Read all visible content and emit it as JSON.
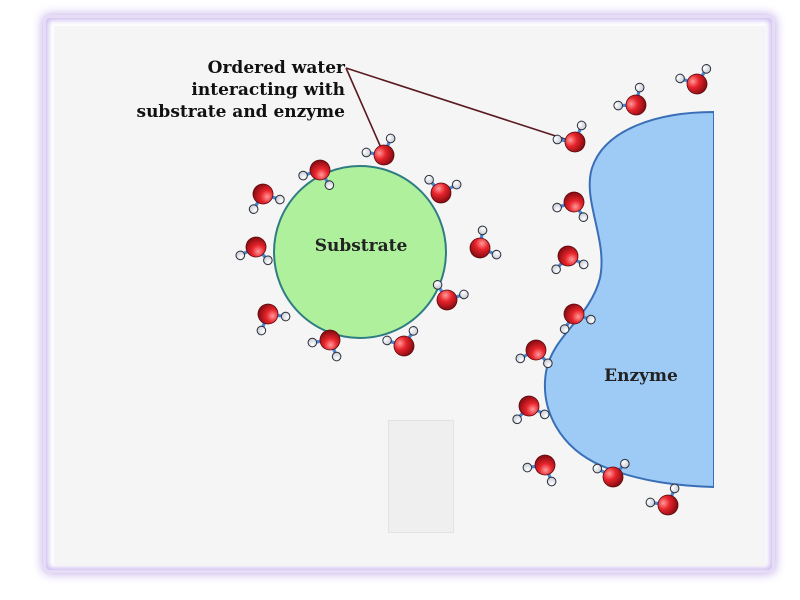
{
  "callout": {
    "line1": "Ordered water",
    "line2": "interacting with",
    "line3": "substrate and enzyme"
  },
  "labels": {
    "substrate": "Substrate",
    "enzyme": "Enzyme"
  },
  "colors": {
    "substrate_fill": "#aef09c",
    "substrate_stroke": "#2f7d82",
    "enzyme_fill": "#9ecbf5",
    "enzyme_stroke": "#3a6fb8",
    "oxygen": "#e0202a",
    "hydrogen": "#ffffff",
    "bond": "#4a86d4",
    "callout_line": "#5a1a22",
    "frame_glow": "#c4b1ea"
  },
  "icons": {
    "water_molecule": "water-molecule-icon"
  }
}
